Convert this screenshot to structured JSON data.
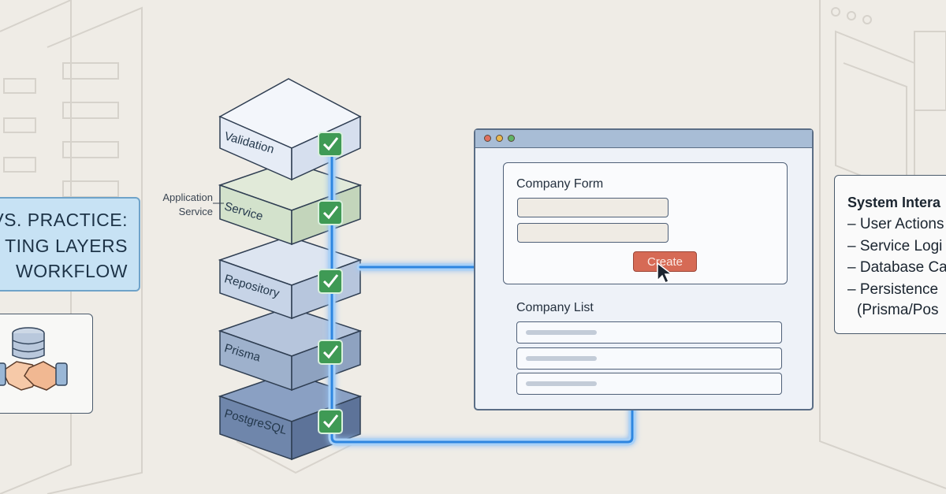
{
  "title_banner": {
    "lines": [
      "VS. PRACTICE:",
      "TING LAYERS",
      "WORKFLOW"
    ]
  },
  "icons": {
    "database": "database-icon",
    "handshake": "handshake-icon",
    "server_rack": "server-rack-icon",
    "checkmark": "checkmark-icon",
    "cursor": "cursor-arrow-icon"
  },
  "callout": {
    "line1": "Application",
    "line2": "Service"
  },
  "layers": [
    {
      "label": "Validation",
      "color": "#e6ecf6"
    },
    {
      "label": "Service",
      "color": "#d3e2cc"
    },
    {
      "label": "Repository",
      "color": "#c7d4e7"
    },
    {
      "label": "Prisma",
      "color": "#9eb1cc"
    },
    {
      "label": "PostgreSQL",
      "color": "#6f86ab"
    }
  ],
  "browser": {
    "form": {
      "title": "Company Form",
      "create_label": "Create"
    },
    "list": {
      "title": "Company List"
    }
  },
  "system_panel": {
    "title": "System Intera",
    "items": [
      "– User Actions",
      "– Service Logi",
      "– Database Ca",
      "– Persistence",
      "  (Prisma/Pos"
    ]
  },
  "colors": {
    "flow_blue": "#2f86e0",
    "check_green": "#3f9a55",
    "create_button": "#d66a55",
    "banner_fill": "#c7e2f4"
  }
}
